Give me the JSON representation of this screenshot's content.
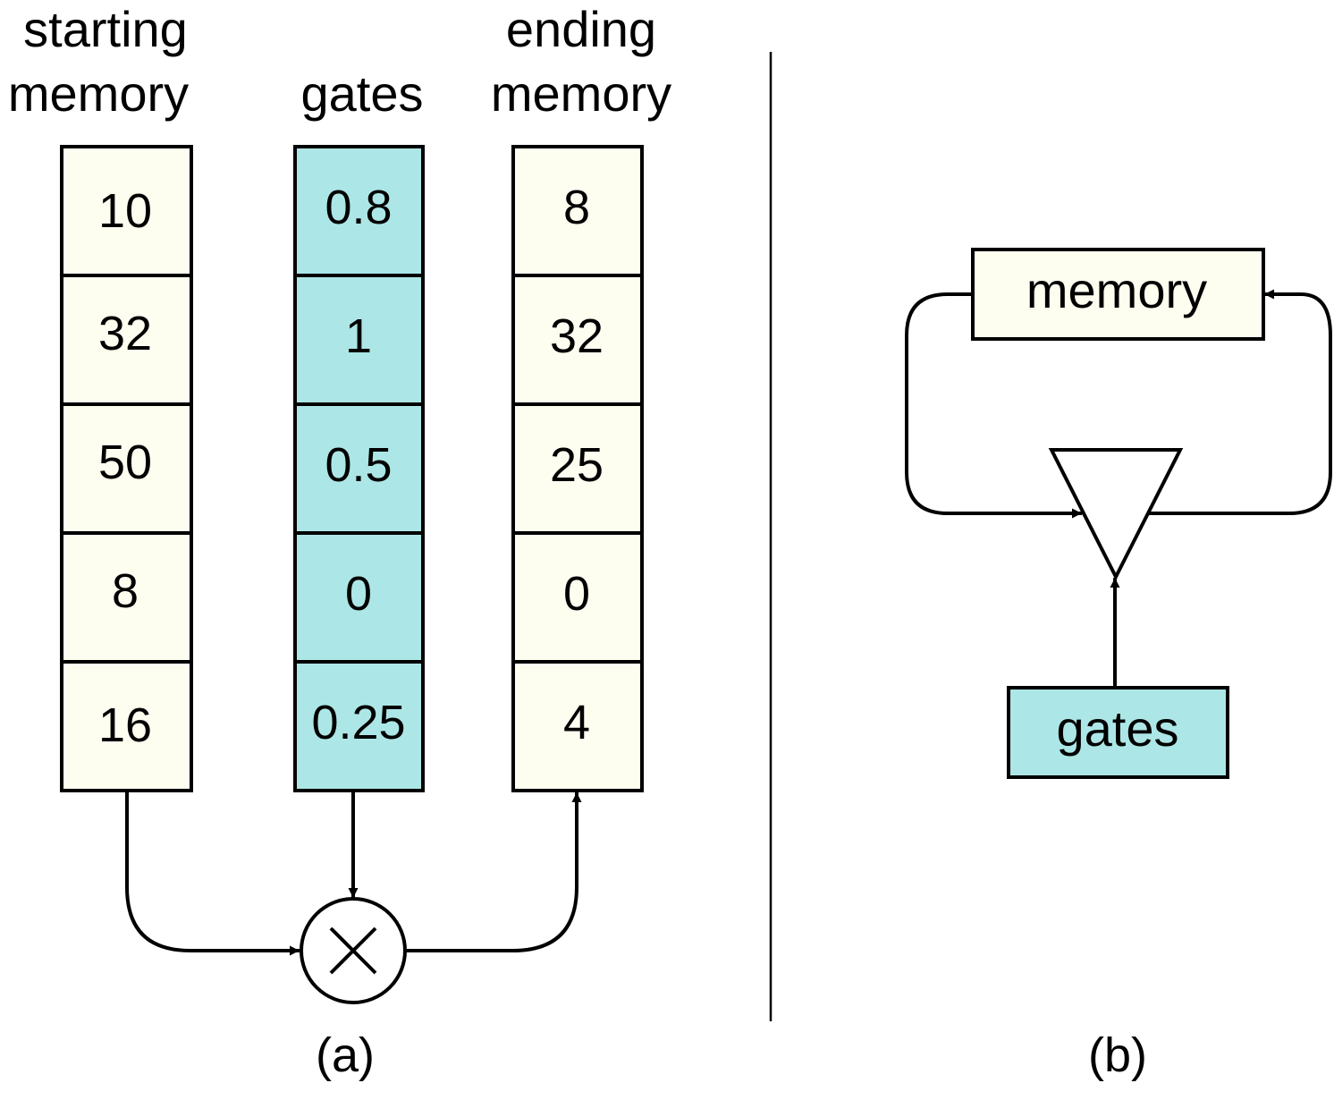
{
  "panel_a": {
    "columns": [
      {
        "header": [
          "starting",
          "memory"
        ],
        "values": [
          "10",
          "32",
          "50",
          "8",
          "16"
        ]
      },
      {
        "header": [
          "gates"
        ],
        "values": [
          "0.8",
          "1",
          "0.5",
          "0",
          "0.25"
        ]
      },
      {
        "header": [
          "ending",
          "memory"
        ],
        "values": [
          "8",
          "32",
          "25",
          "0",
          "4"
        ]
      }
    ],
    "caption": "(a)"
  },
  "panel_b": {
    "memory_label": "memory",
    "gates_label": "gates",
    "caption": "(b)"
  },
  "colors": {
    "memory_fill": "#fdfdf0",
    "gate_fill": "#ade6e6",
    "stroke": "#000000"
  }
}
